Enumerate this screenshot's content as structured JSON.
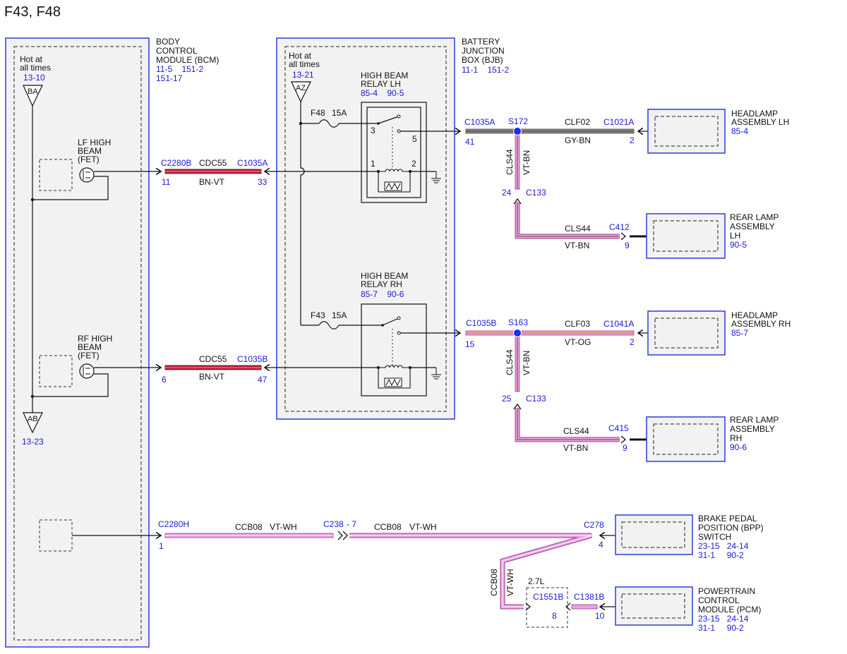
{
  "title": "F43, F48",
  "colors": {
    "box_border": "#2b3de0",
    "label_blue": "#1a1ad6",
    "wire_red": "#c0203a",
    "wire_pink": "#e7a3e0",
    "wire_gray": "#8c8c8c",
    "wire_brown": "#7a4a2a",
    "wire_orange": "#e09020",
    "wire_violet": "#b050c0",
    "splice": "#1a2bff"
  },
  "bcm": {
    "name_lines": [
      "BODY",
      "CONTROL",
      "MODULE (BCM)"
    ],
    "refs_lines": [
      "11-5    151-2",
      "151-17"
    ],
    "hot_lines": [
      "Hot at",
      "all times"
    ],
    "hot_ref": "13-10",
    "terminal_top": "BA",
    "terminal_bottom": "AB",
    "terminal_bottom_ref": "13-23",
    "lf_label": [
      "LF HIGH",
      "BEAM",
      "(FET)"
    ],
    "rf_label": [
      "RF HIGH",
      "BEAM",
      "(FET)"
    ]
  },
  "bjb": {
    "name_lines": [
      "BATTERY",
      "JUNCTION",
      "BOX (BJB)"
    ],
    "refs_lines": [
      "11-1    151-2"
    ],
    "hot_lines": [
      "Hot at",
      "all times"
    ],
    "hot_ref": "13-21",
    "terminal": "AZ",
    "relay_lh": [
      "HIGH BEAM",
      "RELAY LH"
    ],
    "relay_lh_refs": "85-4    90-5",
    "relay_rh": [
      "HIGH BEAM",
      "RELAY RH"
    ],
    "relay_rh_refs": "85-7    90-6",
    "fuse_top": "F48",
    "fuse_top_rating": "15A",
    "fuse_bottom": "F43",
    "fuse_bottom_rating": "15A",
    "pin3": "3",
    "pin5": "5",
    "pin1": "1",
    "pin2": "2"
  },
  "wires": {
    "upper_cdc": {
      "connector_left": "C2280B",
      "circuit": "CDC55",
      "color": "BN-VT",
      "connector_right": "C1035A",
      "pin_left": "11",
      "pin_right": "33"
    },
    "lower_cdc": {
      "circuit": "CDC55",
      "color": "BN-VT",
      "connector_right": "C1035B",
      "pin_left": "6",
      "pin_right": "47"
    },
    "clf02": {
      "connector_left": "C1035A",
      "pin_left": "41",
      "splice": "S172",
      "circuit": "CLF02",
      "color": "GY-BN",
      "connector_right": "C1021A",
      "pin_right": "2"
    },
    "cls44_upper_vert": {
      "circuit": "CLS44",
      "color": "VT-BN",
      "pin": "24",
      "connector": "C133"
    },
    "cls44_upper_horiz": {
      "circuit": "CLS44",
      "color": "VT-BN",
      "connector": "C412",
      "pin": "9"
    },
    "clf03": {
      "connector_left": "C1035B",
      "pin_left": "15",
      "splice": "S163",
      "circuit": "CLF03",
      "color": "VT-OG",
      "connector_right": "C1041A",
      "pin_right": "2"
    },
    "cls44_lower_vert": {
      "circuit": "CLS44",
      "color": "VT-BN",
      "pin": "25",
      "connector": "C133"
    },
    "cls44_lower_horiz": {
      "circuit": "CLS44",
      "color": "VT-BN",
      "connector": "C415",
      "pin": "9"
    },
    "ccb08": {
      "connector_left": "C2280H",
      "pin_left": "1",
      "circuit": "CCB08",
      "color": "VT-WH",
      "inline": "C238",
      "inline_pin": "- 7",
      "circuit2": "CCB08",
      "color2": "VT-WH",
      "connector_right": "C278",
      "pin_right": "4"
    },
    "ccb08_vert": {
      "circuit": "CCB08",
      "color": "VT-WH"
    },
    "pcm_link": {
      "engine": "2.7L",
      "conn_a": "C1551B",
      "pin_a": "8",
      "conn_b": "C1381B",
      "pin_b": "10"
    }
  },
  "components": {
    "headlamp_lh": {
      "lines": [
        "HEADLAMP",
        "ASSEMBLY LH"
      ],
      "refs": "85-4"
    },
    "rear_lh": {
      "lines": [
        "REAR LAMP",
        "ASSEMBLY",
        "LH"
      ],
      "refs": "90-5"
    },
    "headlamp_rh": {
      "lines": [
        "HEADLAMP",
        "ASSEMBLY RH"
      ],
      "refs": "85-7"
    },
    "rear_rh": {
      "lines": [
        "REAR LAMP",
        "ASSEMBLY",
        "RH"
      ],
      "refs": "90-6"
    },
    "bpp": {
      "lines": [
        "BRAKE PEDAL",
        "POSITION (BPP)",
        "SWITCH"
      ],
      "refs": [
        "23-15   24-14",
        "31-1     90-2"
      ]
    },
    "pcm": {
      "lines": [
        "POWERTRAIN",
        "CONTROL",
        "MODULE (PCM)"
      ],
      "refs": [
        "23-15   24-14",
        "31-1     90-2"
      ]
    }
  }
}
